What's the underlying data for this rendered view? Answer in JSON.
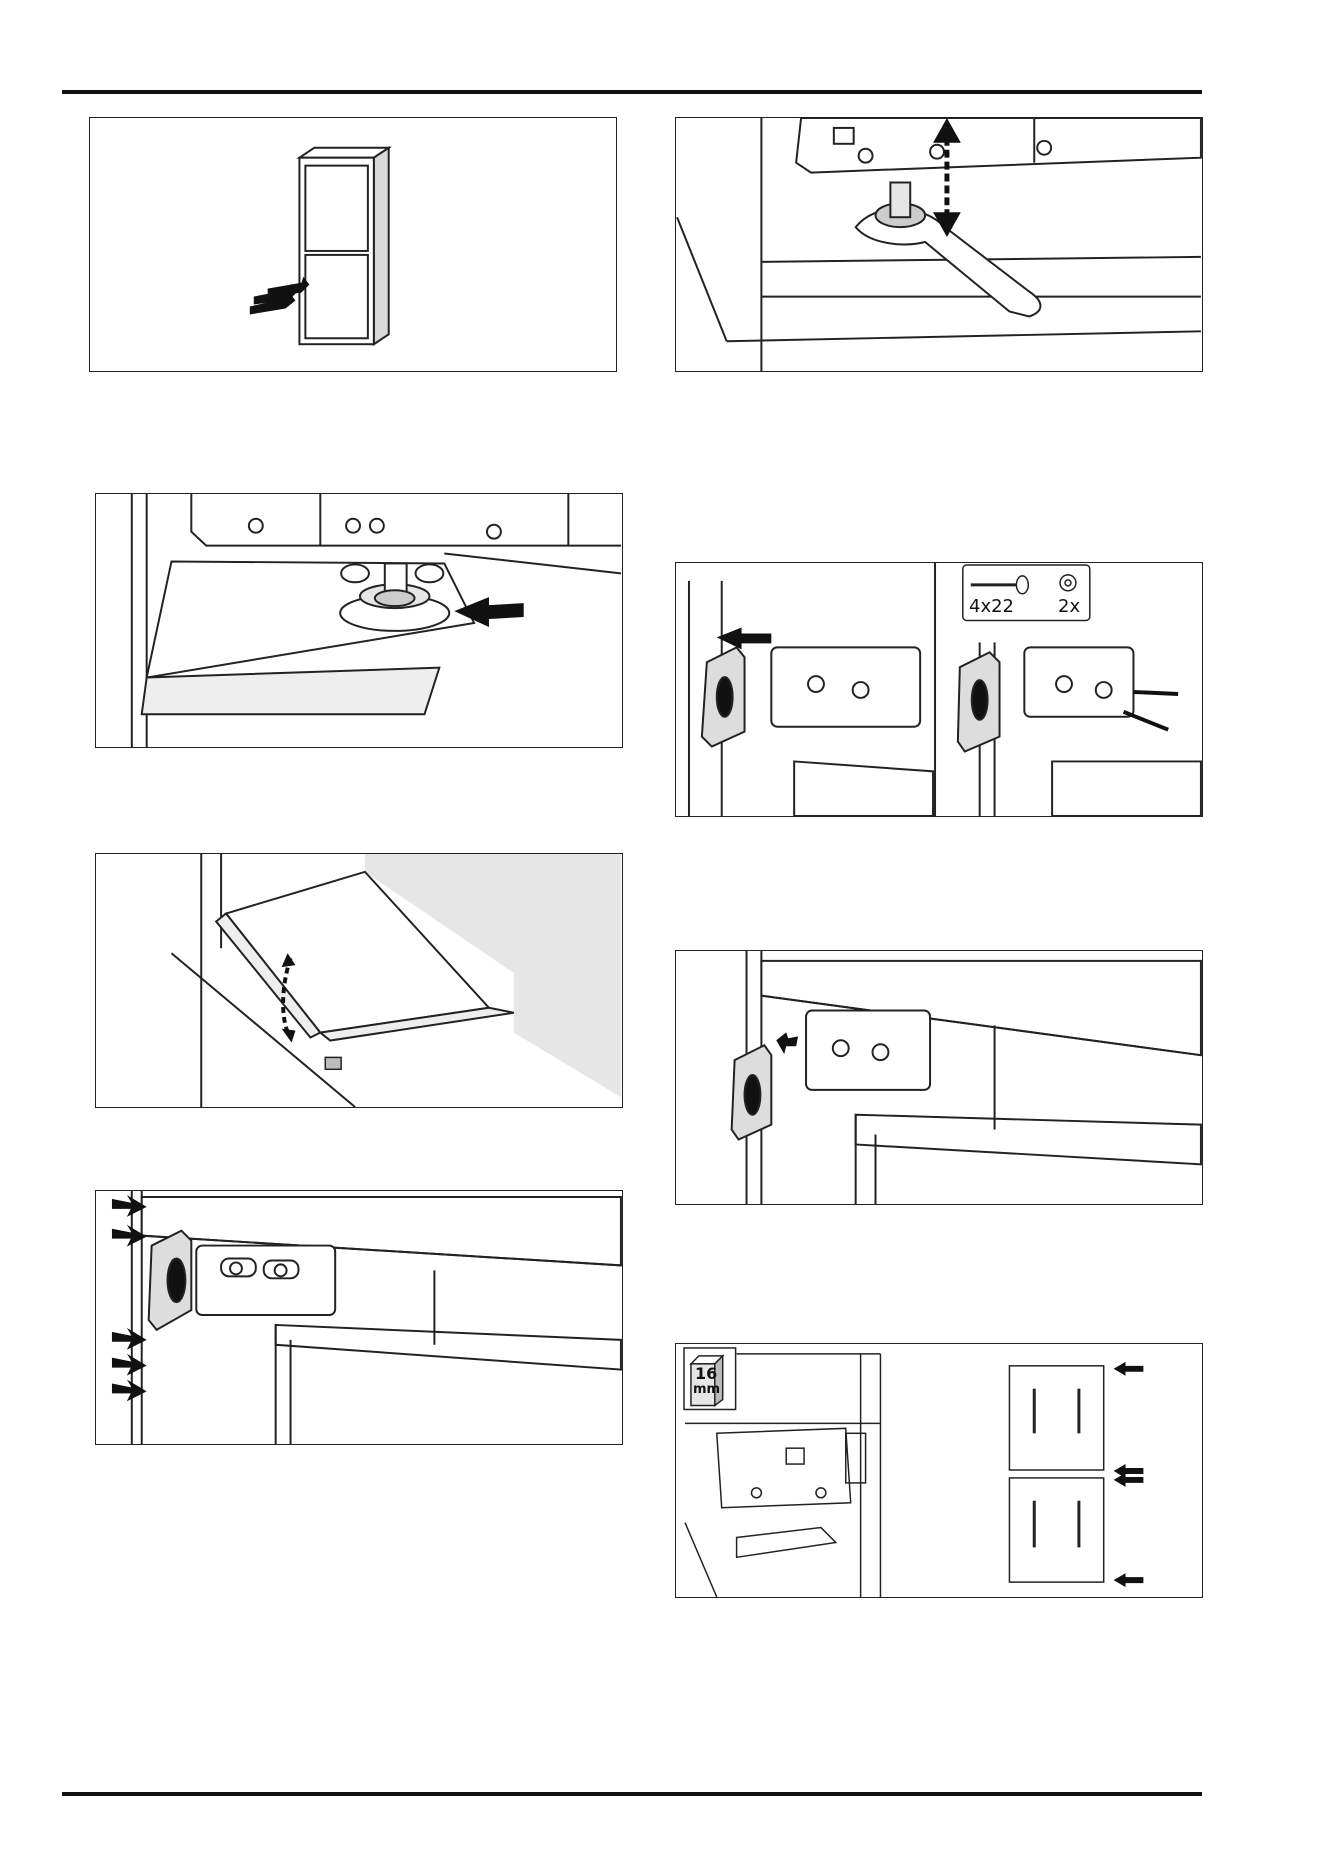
{
  "figures": {
    "fig_screw_callout": {
      "screw_spec": "4x22",
      "washer_count": "2x"
    },
    "fig_thickness_callout": {
      "thickness_value": "16",
      "thickness_unit": "mm"
    }
  },
  "colors": {
    "line": "#222222",
    "shade": "#e6e6e6",
    "dark": "#3a3a3a",
    "wall": "#d9d9d9"
  }
}
